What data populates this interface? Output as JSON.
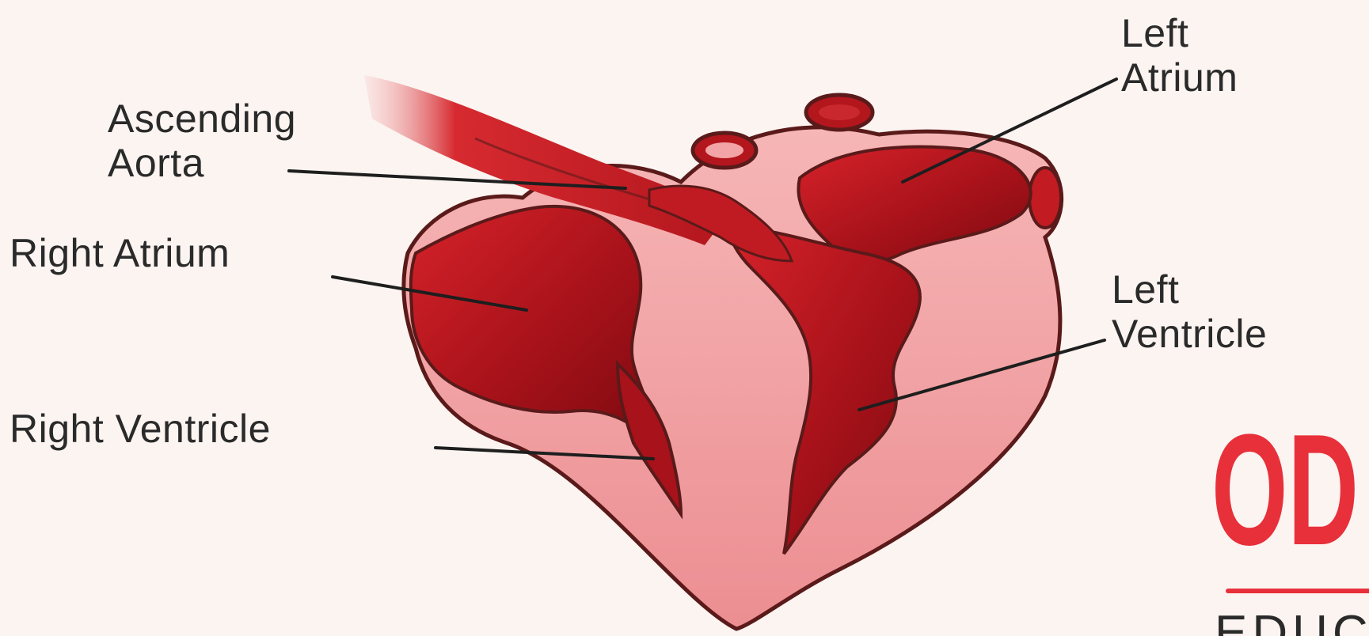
{
  "labels": {
    "ascending_aorta": [
      "Ascending",
      "Aorta"
    ],
    "right_atrium": "Right Atrium",
    "right_ventricle": "Right Ventricle",
    "left_atrium": [
      "Left",
      "Atrium"
    ],
    "left_ventricle": [
      "Left",
      "Ventricle"
    ]
  },
  "logo": {
    "main": "OD",
    "sub": "EDUC"
  },
  "colors": {
    "background": "#fbf4f1",
    "heart_outer": "#f3a4a6",
    "heart_chamber": "#b8161c",
    "outline": "#5a1a1a",
    "logo_red": "#e8303a"
  }
}
